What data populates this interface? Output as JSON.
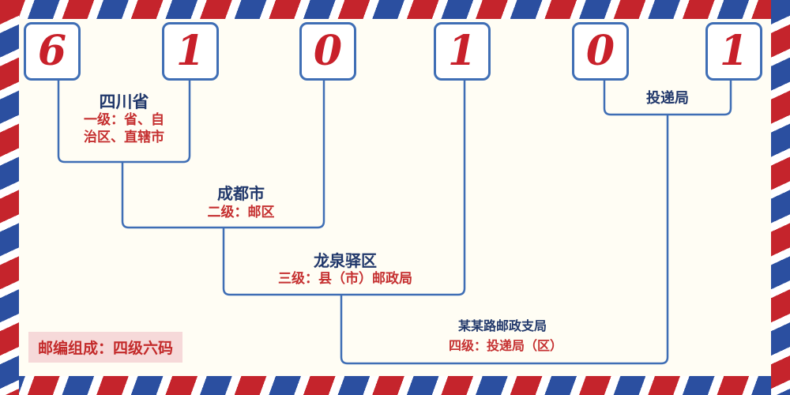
{
  "postal_code": {
    "digits": [
      "6",
      "1",
      "0",
      "1",
      "0",
      "1"
    ]
  },
  "labels": {
    "level1": {
      "name": "四川省",
      "desc_line1": "一级：省、自",
      "desc_line2": "治区、直辖市"
    },
    "level2": {
      "name": "成都市",
      "desc": "二级：邮区"
    },
    "level3": {
      "name": "龙泉驿区",
      "desc": "三级：县（市）邮政局"
    },
    "level4": {
      "name": "某某路邮政支局",
      "desc": "四级：投递局（区）"
    },
    "delivery": {
      "name": "投递局"
    }
  },
  "footer": {
    "composition": "邮编组成：四级六码"
  },
  "colors": {
    "digit_red": "#c8202a",
    "line_blue": "#3f6eb5",
    "label_navy": "#21386b",
    "desc_red": "#c53030",
    "badge_bg": "#f6d9d9",
    "background_cream": "#fffdf4",
    "stripe_red": "#c5242c",
    "stripe_blue": "#2b4fa0"
  }
}
